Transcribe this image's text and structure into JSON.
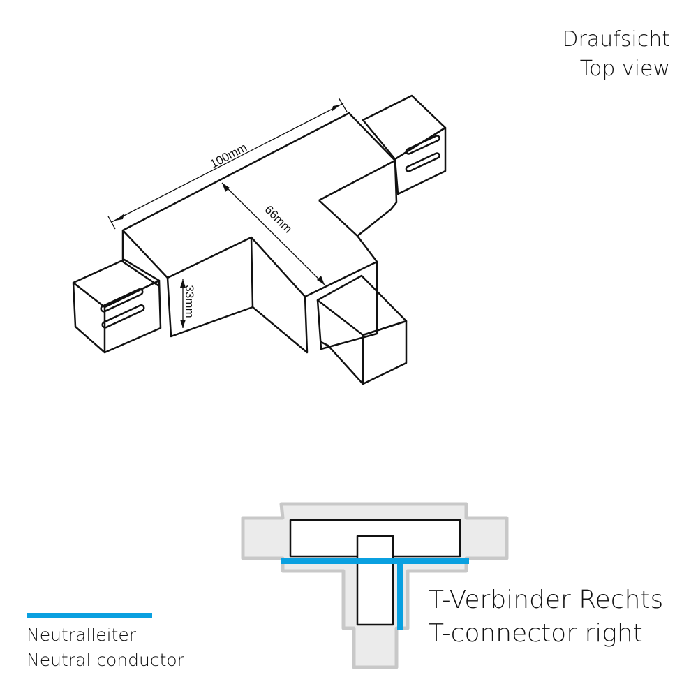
{
  "view": {
    "label_de": "Draufsicht",
    "label_en": "Top view"
  },
  "dimensions": {
    "length": "100mm",
    "depth": "66mm",
    "height": "33mm"
  },
  "connector": {
    "name_de": "T-Verbinder Rechts",
    "name_en": "T-connector right"
  },
  "legend": {
    "label_de": "Neutralleiter",
    "label_en": "Neutral conductor",
    "color": "#0aa0e0"
  },
  "colors": {
    "outline": "#c8c8c8",
    "fill": "#ebebeb",
    "conductor": "#0aa0e0"
  }
}
